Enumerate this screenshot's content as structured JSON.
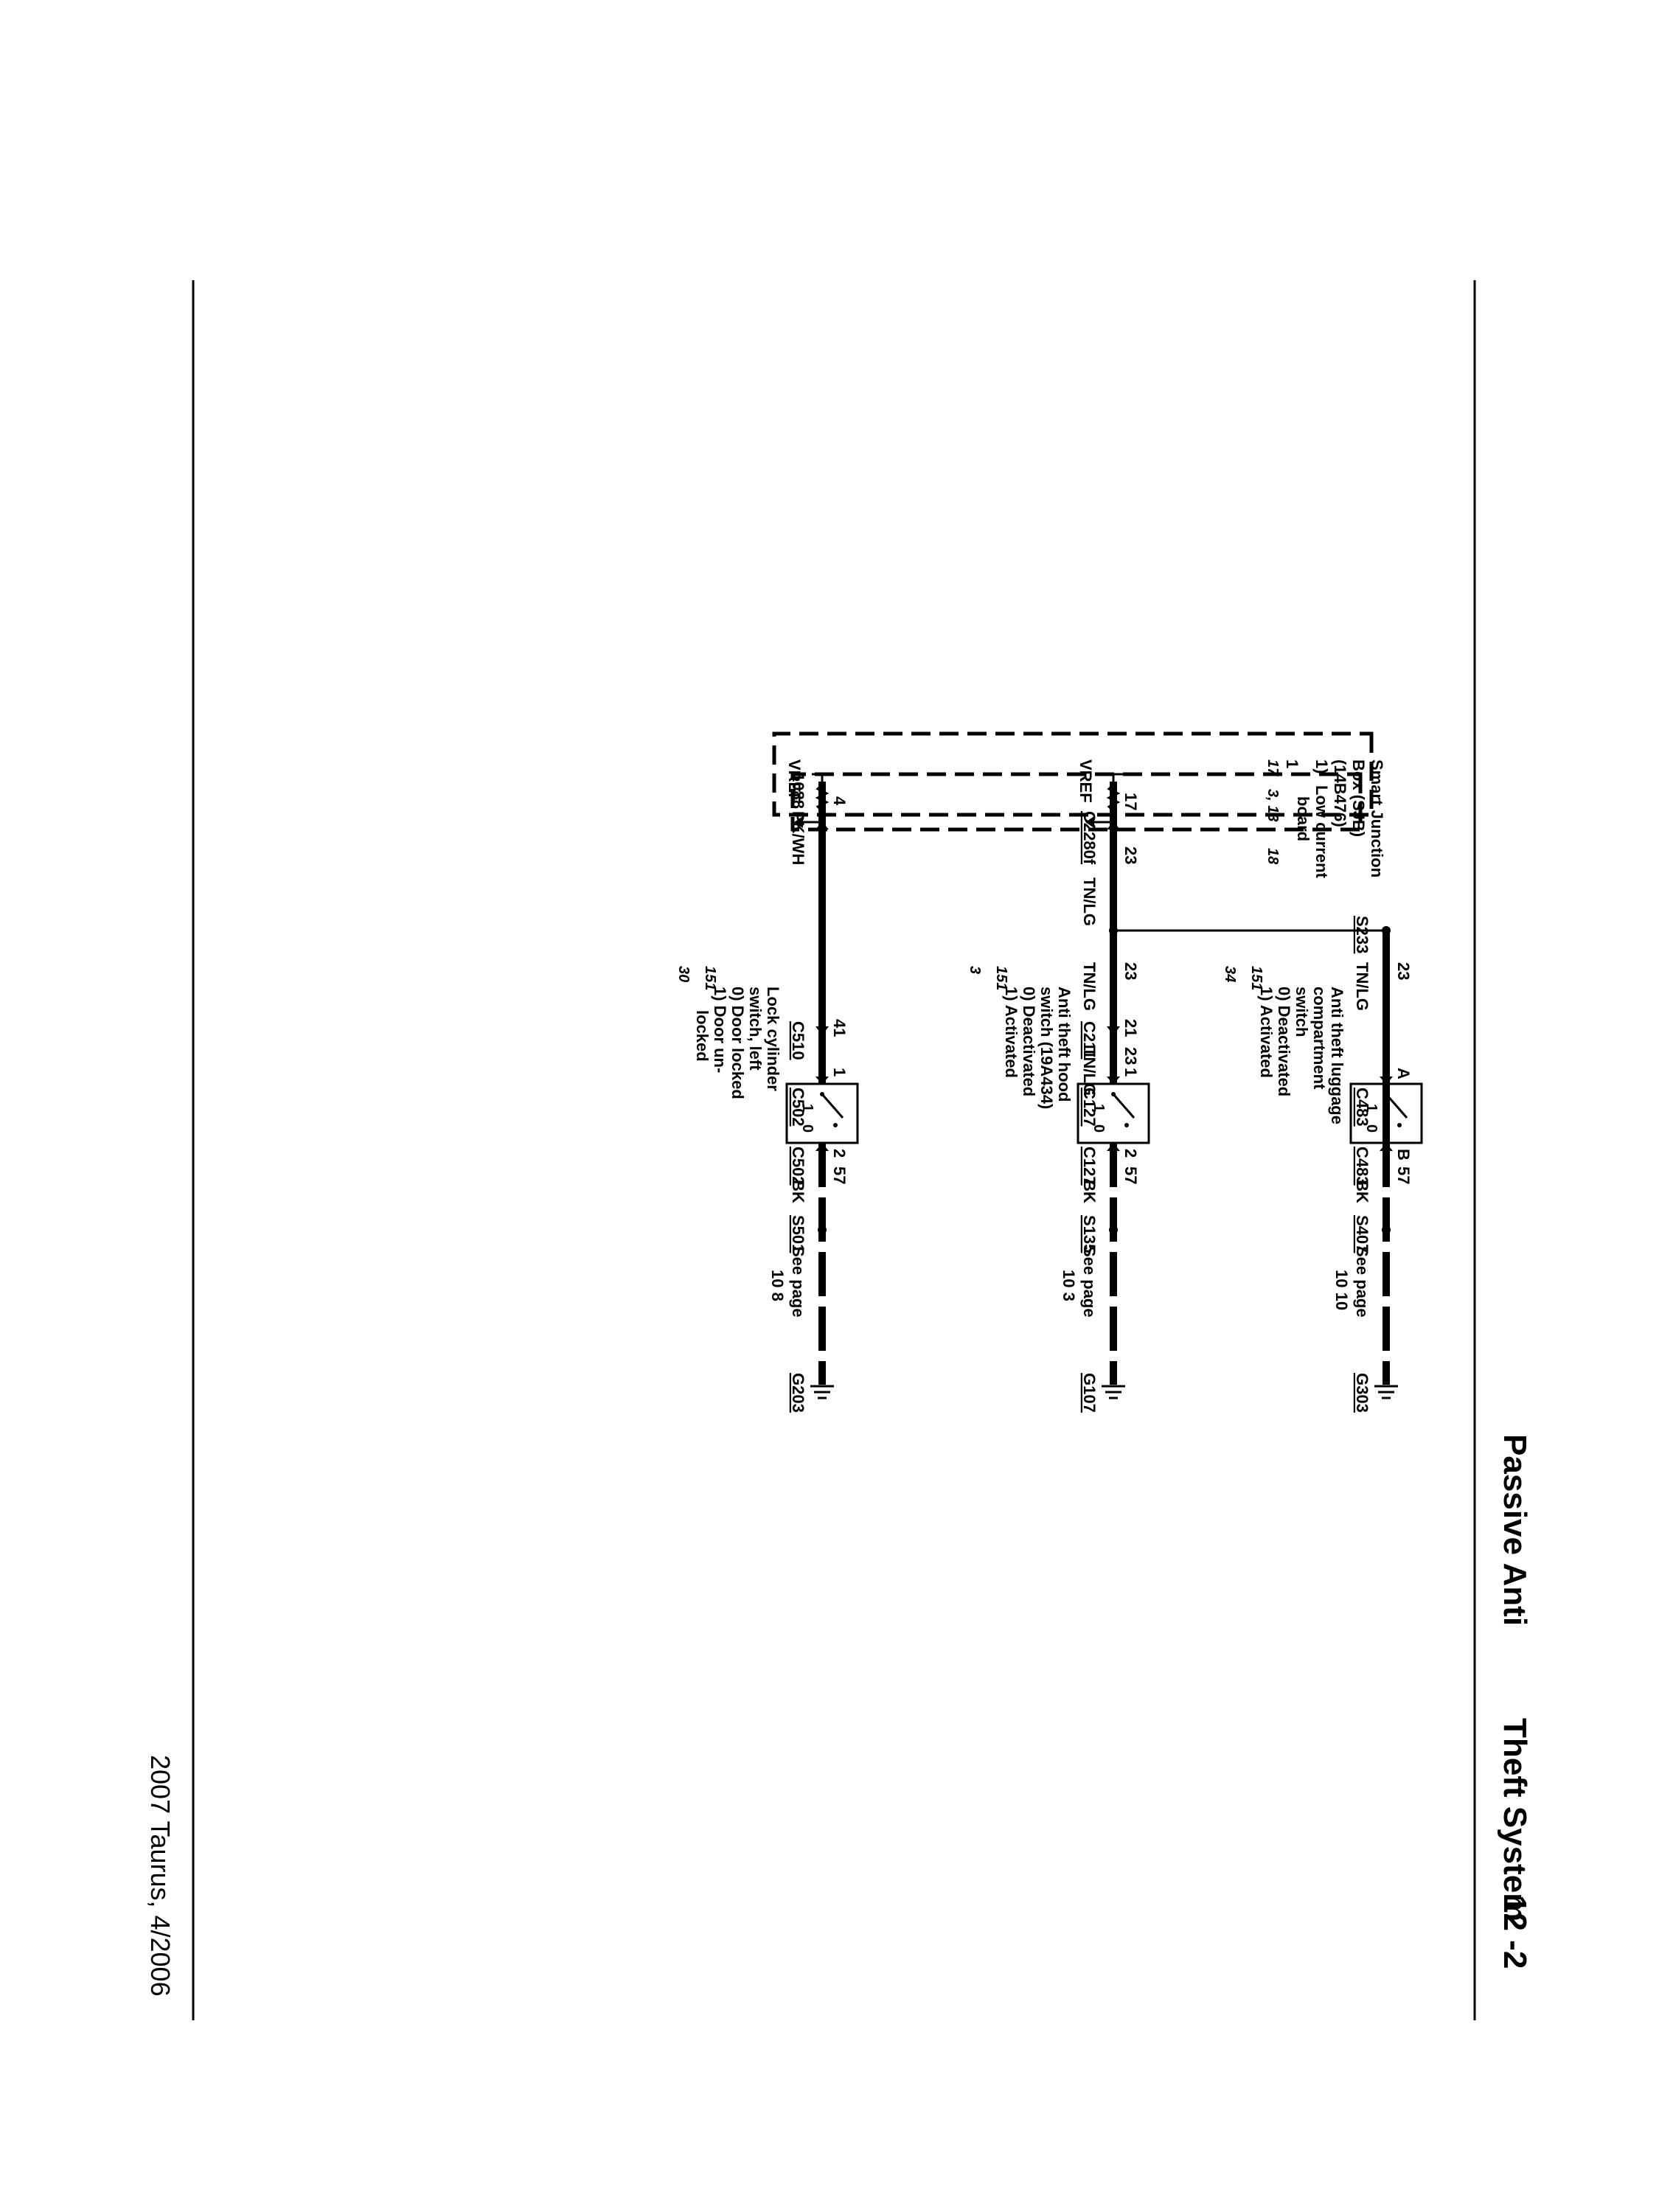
{
  "header": {
    "title_left": "Passive Anti",
    "title_right": "Theft System",
    "page_number": "12 -2"
  },
  "footer": {
    "vehicle_date": "2007 Taurus, 4/2006"
  },
  "sjb": {
    "name": "Smart Junction Box (SJB) (14B476)",
    "line1": "Smart Junction",
    "line2": "Box (SJB)",
    "line3": "(14B476)",
    "item_num": "1)",
    "item_text1": "Low current",
    "item_text2": "board",
    "ref_a": "17",
    "ref_b": "3, 13",
    "ref_c": "18",
    "vref_left": "VREF",
    "vref_right": "VREF",
    "connector": "C2280f",
    "item_marker": "1"
  },
  "circuits": [
    {
      "pin_top": "4",
      "circuit_top": "1088",
      "wire_color_top": "PK/WH",
      "inline_pin": "41",
      "inline_connector": "C510",
      "switch_pin_top": "1",
      "switch_connector_top": "C502",
      "switch_pin_bottom": "2",
      "switch_connector_bottom": "C502",
      "ground_circuit": "57",
      "ground_wire_color": "BK",
      "splice": "S501",
      "see_page": "See page",
      "see_page_nums": "10    8",
      "ground": "G203",
      "switch_name1": "Lock cylinder",
      "switch_name2": "switch, left",
      "state0": "0)  Door locked",
      "state1": "1)  Door un-",
      "state1b": "locked",
      "ref_a": "151",
      "ref_b": "30",
      "pos1": "1",
      "pos0": "0"
    },
    {
      "pin_top": "17",
      "circuit_top": "23",
      "wire_color_top": "TN/LG",
      "mid_circuit": "23",
      "mid_wire_color": "TN/LG",
      "inline_pin": "21",
      "inline_connector": "C211",
      "lower_circuit": "23",
      "lower_wire_color": "TN/LG",
      "switch_pin_top": "1",
      "switch_connector_top": "C127",
      "switch_pin_bottom": "2",
      "switch_connector_bottom": "C127",
      "ground_circuit": "57",
      "ground_wire_color": "BK",
      "splice": "S135",
      "see_page": "See page",
      "see_page_nums": "10    3",
      "ground": "G107",
      "switch_name1": "Anti          theft hood",
      "switch_name2": "switch (19A434)",
      "state0": "0)  Deactivated",
      "state1": "1)  Activated",
      "ref_a": "151",
      "ref_b": "3",
      "pos1": "1",
      "pos0": "0"
    },
    {
      "splice_top": "S233",
      "circuit_top": "23",
      "wire_color_top": "TN/LG",
      "switch_pin_top": "A",
      "switch_connector_top": "C483",
      "switch_pin_bottom": "B",
      "switch_connector_bottom": "C483",
      "ground_circuit": "57",
      "ground_wire_color": "BK",
      "splice": "S407",
      "see_page": "See page",
      "see_page_nums": "10    10",
      "ground": "G303",
      "switch_name1": "Anti          theft luggage",
      "switch_name2": "compartment",
      "switch_name3": "switch",
      "state0": "0)  Deactivated",
      "state1": "1)  Activated",
      "ref_a": "151",
      "ref_b": "34",
      "pos1": "1",
      "pos0": "0"
    }
  ]
}
